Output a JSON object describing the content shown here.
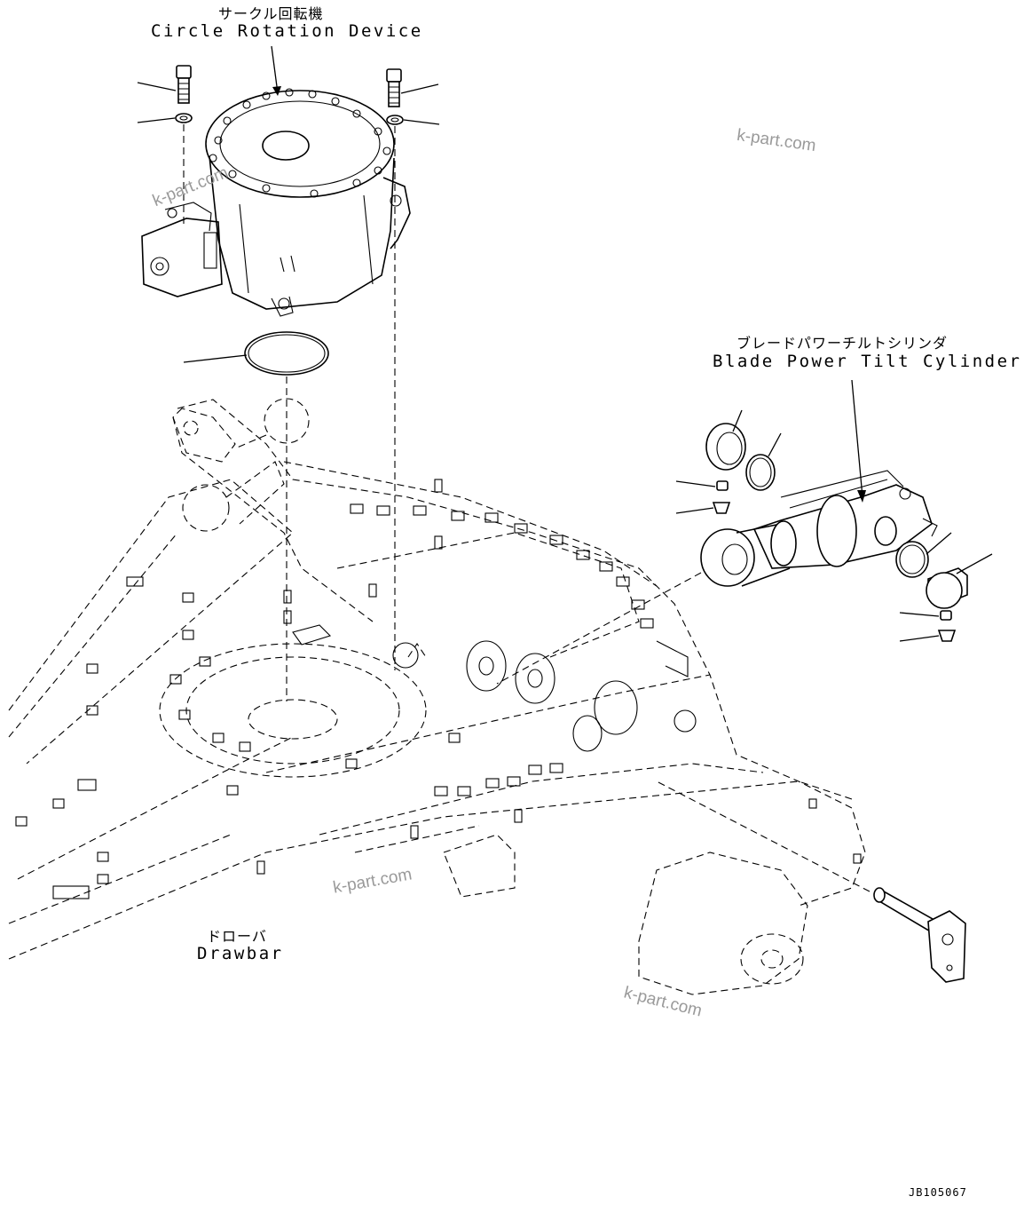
{
  "labels": {
    "circle_rotation_device": {
      "jp": "サークル回転機",
      "en": "Circle Rotation Device"
    },
    "blade_power_tilt_cylinder": {
      "jp": "ブレードパワーチルトシリンダ",
      "en": "Blade Power Tilt Cylinder"
    },
    "drawbar": {
      "jp": "ドローバ",
      "en": "Drawbar"
    }
  },
  "watermarks": [
    "k-part.com",
    "k-part.com",
    "k-part.com",
    "k-part.com"
  ],
  "drawing_code": "JB105067"
}
